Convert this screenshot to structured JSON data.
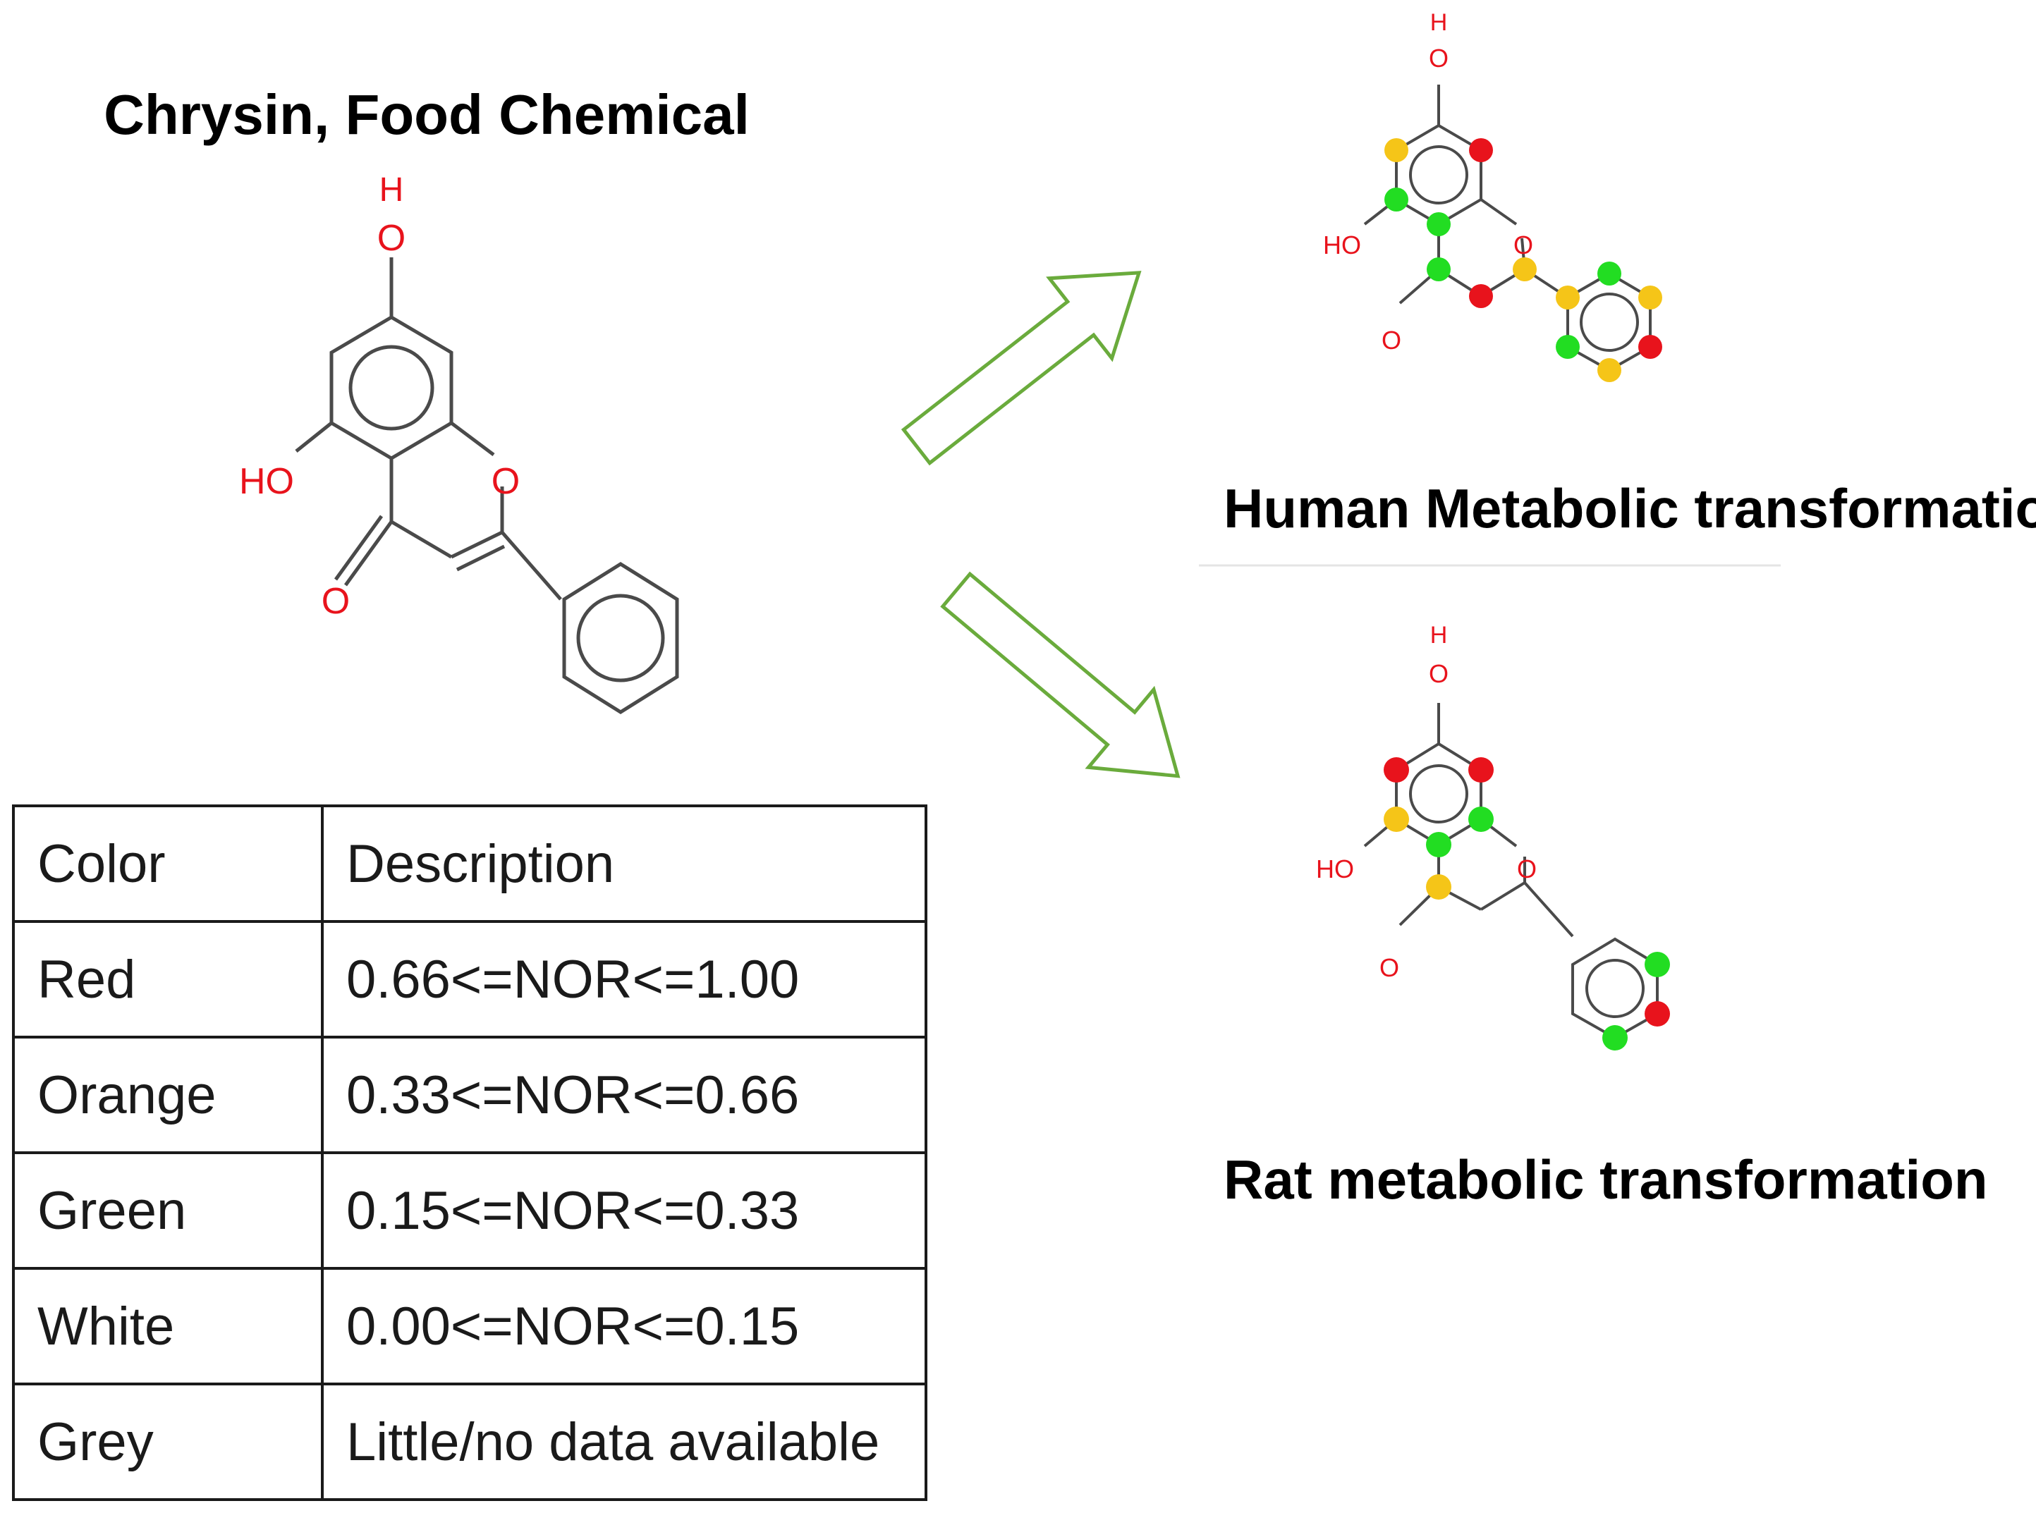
{
  "main_title": "Chrysin, Food Chemical",
  "human_label": "Human Metabolic transformation",
  "rat_label": "Rat metabolic transformation",
  "atom_labels": {
    "h": "H",
    "o": "O",
    "ho": "HO"
  },
  "legend": {
    "headers": [
      "Color",
      "Description"
    ],
    "rows": [
      {
        "color": "Red",
        "description": "0.66<=NOR<=1.00"
      },
      {
        "color": "Orange",
        "description": "0.33<=NOR<=0.66"
      },
      {
        "color": "Green",
        "description": "0.15<=NOR<=0.33"
      },
      {
        "color": "White",
        "description": "0.00<=NOR<=0.15"
      },
      {
        "color": "Grey",
        "description": "Little/no data available"
      }
    ]
  },
  "colors": {
    "red": "#e8131c",
    "orange": "#f5c518",
    "green": "#22dd22",
    "arrow": "#6aab3c",
    "bond": "#4a4a4a"
  },
  "human_markers": [
    "orange",
    "red",
    "green",
    "green",
    "orange",
    "green",
    "red",
    "orange",
    "green",
    "orange",
    "green",
    "red",
    "orange"
  ],
  "rat_markers": [
    "red",
    "red",
    "orange",
    "green",
    "green",
    "orange",
    "green",
    "green",
    "red"
  ]
}
